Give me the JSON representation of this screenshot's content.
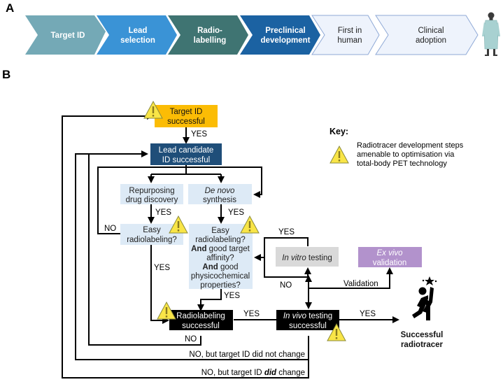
{
  "panel_a": {
    "label": "A",
    "steps": [
      {
        "line1": "Target ID",
        "line2": "",
        "color": "#74A9B6",
        "style": "filled"
      },
      {
        "line1": "Lead",
        "line2": "selection",
        "color": "#3A93D6",
        "style": "filled"
      },
      {
        "line1": "Radio-",
        "line2": "labelling",
        "color": "#3F7472",
        "style": "filled"
      },
      {
        "line1": "Preclinical",
        "line2": "development",
        "color": "#1B62A2",
        "style": "filled"
      },
      {
        "line1": "First in",
        "line2": "human",
        "color": "#EEF3FC",
        "style": "outline"
      },
      {
        "line1": "Clinical",
        "line2": "adoption",
        "color": "#EEF3FC",
        "style": "outline"
      }
    ],
    "patient_icon": "patient-in-gown-icon"
  },
  "panel_b": {
    "label": "B",
    "nodes": {
      "target_id": {
        "line1": "Target ID",
        "line2": "successful",
        "color": "#FBBC05"
      },
      "lead_candidate": {
        "line1": "Lead candidate",
        "line2": "ID successful",
        "color": "#1F4E79"
      },
      "repurposing": {
        "line1": "Repurposing",
        "line2": "drug discovery",
        "color": "#DDEAF6"
      },
      "de_novo": {
        "line1_italic": "De novo",
        "line2": "synthesis",
        "color": "#DDEAF6"
      },
      "easy_radiolabeling": {
        "line1": "Easy",
        "line2": "radiolabeling?",
        "color": "#DDEAF6"
      },
      "easy_combined": {
        "lines": [
          "Easy",
          "radiolabeling?"
        ],
        "and1_bold": "And",
        "and1_rest": " good target",
        "line4": "affinity?",
        "and2_bold": "And",
        "and2_rest": " good",
        "line6": "physicochemical",
        "line7": "properties?",
        "color": "#DDEAF6"
      },
      "in_vitro": {
        "italic": "In vitro",
        "rest": " testing",
        "color": "#D9D9D9"
      },
      "ex_vivo": {
        "line1_italic": "Ex vivo",
        "line2": "validation",
        "color": "#B292CC"
      },
      "radiolabeling_successful": {
        "line1": "Radiolabeling",
        "line2": "successful",
        "color": "#000000"
      },
      "in_vivo": {
        "italic": "In vivo",
        "rest": " testing",
        "line2": "successful",
        "color": "#000000"
      }
    },
    "edge_labels": {
      "yes_target_to_lead": "YES",
      "yes_repurposing": "YES",
      "yes_de_novo": "YES",
      "no_easy": "NO",
      "yes_easy_down": "YES",
      "yes_combined_down": "YES",
      "yes_in_vitro": "YES",
      "no_in_vitro": "NO",
      "validation": "Validation",
      "yes_radiolabel_to_invivo": "YES",
      "yes_invivo_to_success": "YES",
      "no_radiolabel": "NO",
      "no_target_unchanged": "NO, but target ID did not change",
      "no_target_changed_pre": "NO, but target ID ",
      "no_target_changed_bold": "did",
      "no_target_changed_post": " change"
    },
    "success": {
      "line1": "Successful",
      "line2": "radiotracer",
      "icon": "celebrating-person-icon"
    },
    "key": {
      "title": "Key:",
      "lines": [
        "Radiotracer development steps",
        "amenable to optimisation via",
        "total-body PET technology"
      ],
      "icon": "warning-triangle-icon",
      "warning_color": "#F9E547"
    }
  }
}
